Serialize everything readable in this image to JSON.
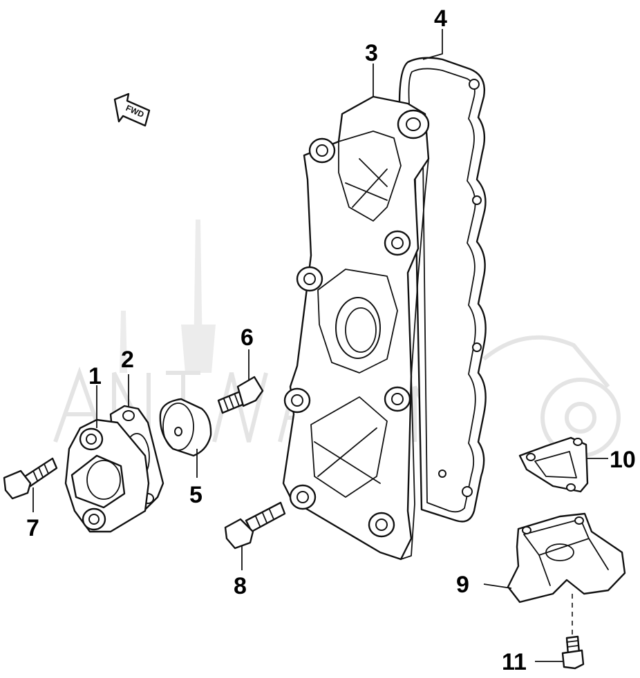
{
  "diagram": {
    "orientation_marker": {
      "text": "FWD",
      "icon": "arrow-fwd-icon"
    },
    "callouts": [
      {
        "id": "1",
        "label": "1"
      },
      {
        "id": "2",
        "label": "2"
      },
      {
        "id": "3",
        "label": "3"
      },
      {
        "id": "4",
        "label": "4"
      },
      {
        "id": "5",
        "label": "5"
      },
      {
        "id": "6",
        "label": "6"
      },
      {
        "id": "7",
        "label": "7"
      },
      {
        "id": "8",
        "label": "8"
      },
      {
        "id": "9",
        "label": "9"
      },
      {
        "id": "10",
        "label": "10"
      },
      {
        "id": "11",
        "label": "11"
      }
    ],
    "colors": {
      "line": "#111111",
      "background": "#ffffff",
      "watermark": "#e4e4e4"
    }
  }
}
